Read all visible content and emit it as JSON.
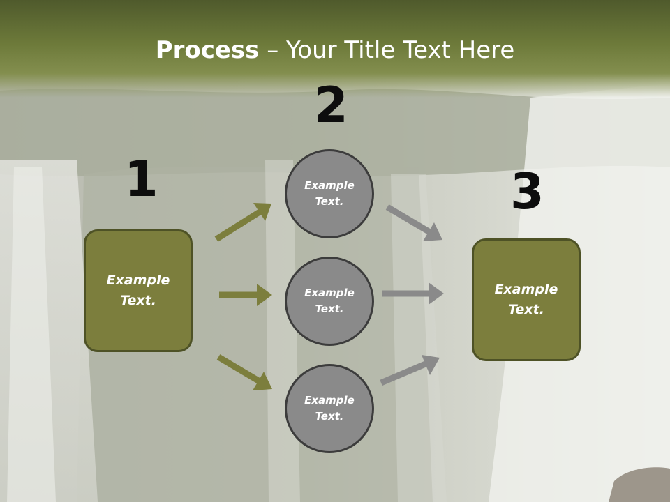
{
  "slide": {
    "title_bold": "Process",
    "title_rest": " – Your Title Text Here"
  },
  "steps": {
    "n1": "1",
    "n2": "2",
    "n3": "3"
  },
  "boxes": {
    "left": "Example\nText.",
    "right": "Example\nText."
  },
  "circles": {
    "top": "Example\nText.",
    "middle": "Example\nText.",
    "bottom": "Example\nText."
  },
  "colors": {
    "olive": "#7c7e3d",
    "gray": "#8a8a8a"
  }
}
